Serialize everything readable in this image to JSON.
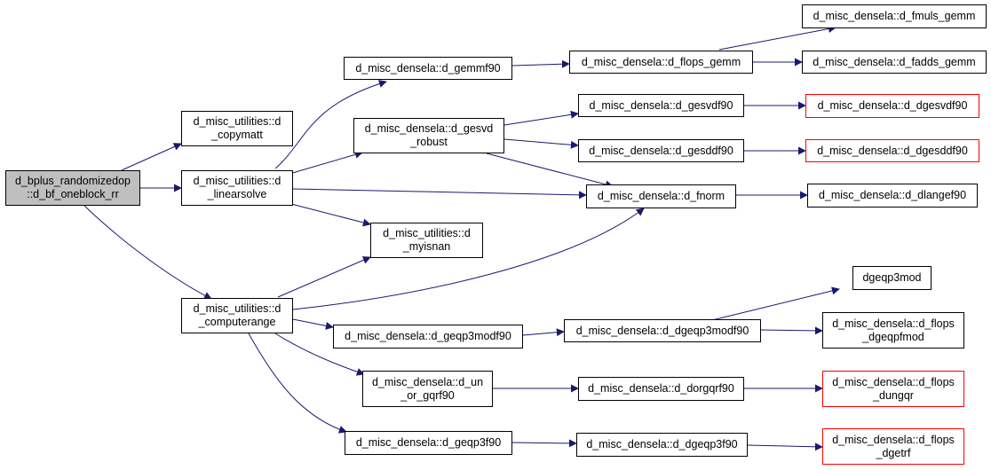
{
  "colors": {
    "edge": "#191970",
    "root_fill": "#bfbfbf",
    "node_border": "#000000",
    "external_border": "#ff0000"
  },
  "nodes": {
    "root": "d_bplus_randomizedop\n::d_bf_oneblock_rr",
    "copymatt": "d_misc_utilities::d\n_copymatt",
    "linearsolve": "d_misc_utilities::d\n_linearsolve",
    "computerange": "d_misc_utilities::d\n_computerange",
    "gemmf90": "d_misc_densela::d_gemmf90",
    "gesvd_robust": "d_misc_densela::d_gesvd\n_robust",
    "myisnan": "d_misc_utilities::d\n_myisnan",
    "flops_gemm": "d_misc_densela::d_flops_gemm",
    "gesvdf90": "d_misc_densela::d_gesvdf90",
    "gesddf90": "d_misc_densela::d_gesddf90",
    "fnorm": "d_misc_densela::d_fnorm",
    "geqp3modf90": "d_misc_densela::d_geqp3modf90",
    "dgeqp3modf90": "d_misc_densela::d_dgeqp3modf90",
    "un_or_gqrf90": "d_misc_densela::d_un\n_or_gqrf90",
    "dorgqrf90": "d_misc_densela::d_dorgqrf90",
    "geqp3f90": "d_misc_densela::d_geqp3f90",
    "dgeqp3f90": "d_misc_densela::d_dgeqp3f90",
    "fmuls_gemm": "d_misc_densela::d_fmuls_gemm",
    "fadds_gemm": "d_misc_densela::d_fadds_gemm",
    "dgesvdf90": "d_misc_densela::d_dgesvdf90",
    "dgesddf90": "d_misc_densela::d_dgesddf90",
    "dlangef90": "d_misc_densela::d_dlangef90",
    "dgeqp3mod": "dgeqp3mod",
    "flops_dgeqpfmod": "d_misc_densela::d_flops\n_dgeqpfmod",
    "flops_dungqr": "d_misc_densela::d_flops\n_dungqr",
    "flops_dgetrf": "d_misc_densela::d_flops\n_dgetrf"
  }
}
